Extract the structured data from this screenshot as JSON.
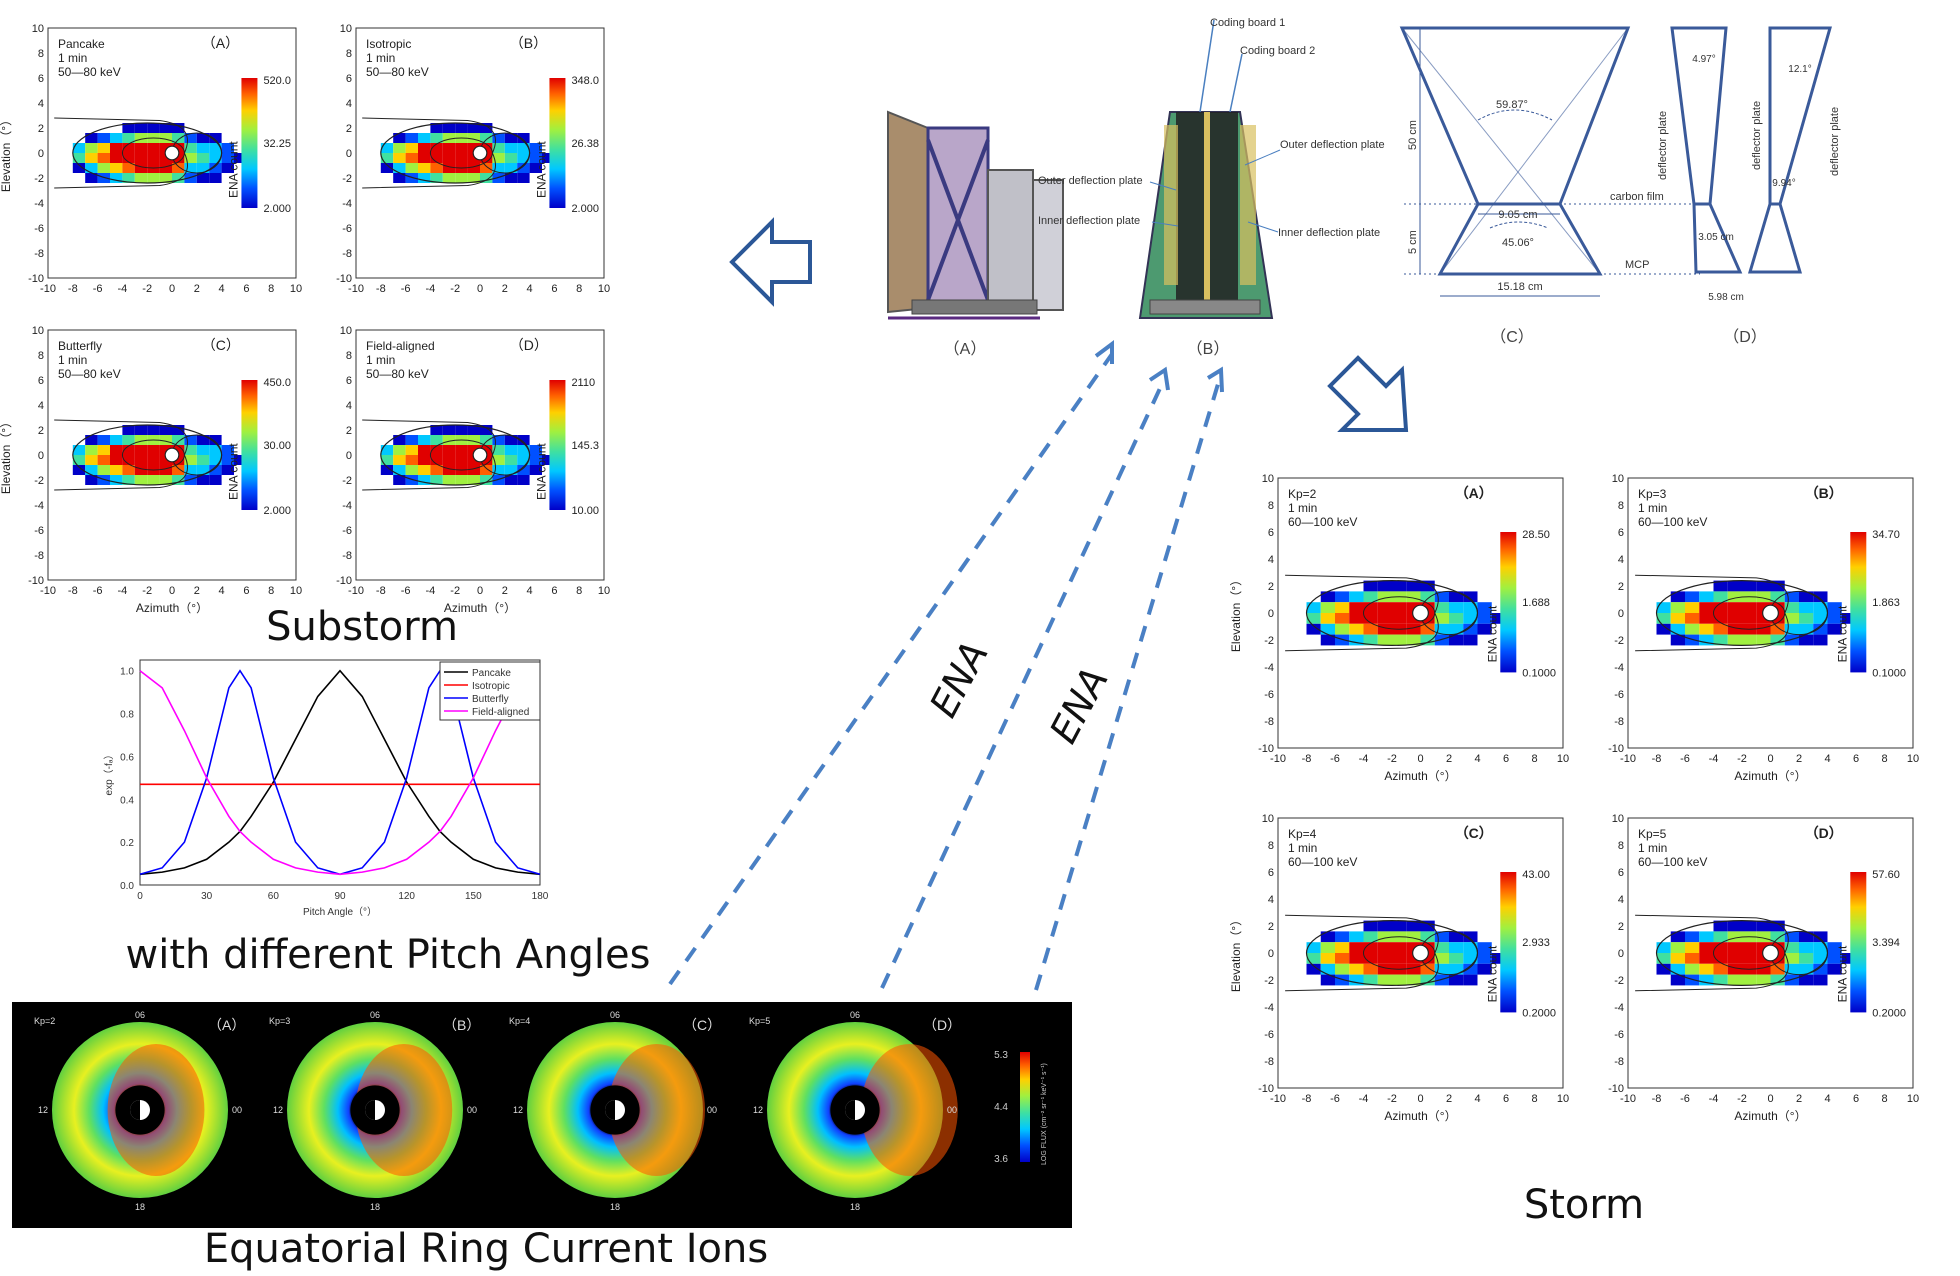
{
  "substorm": {
    "section_label": "Substorm",
    "x_label": "Azimuth（°）",
    "y_label": "Elevation（°）",
    "colorbar_label": "ENA count",
    "axis_ticks": [
      "-10",
      "-8",
      "-6",
      "-4",
      "-2",
      "0",
      "2",
      "4",
      "6",
      "8",
      "10"
    ],
    "panels": [
      {
        "tag": "（A）",
        "name": "Pancake",
        "time": "1 min",
        "energy": "50—80 keV",
        "cb": [
          "520.0",
          "32.25",
          "2.000"
        ]
      },
      {
        "tag": "（B）",
        "name": "Isotropic",
        "time": "1 min",
        "energy": "50—80 keV",
        "cb": [
          "348.0",
          "26.38",
          "2.000"
        ]
      },
      {
        "tag": "（C）",
        "name": "Butterfly",
        "time": "1 min",
        "energy": "50—80 keV",
        "cb": [
          "450.0",
          "30.00",
          "2.000"
        ]
      },
      {
        "tag": "（D）",
        "name": "Field-aligned",
        "time": "1 min",
        "energy": "50—80 keV",
        "cb": [
          "2110",
          "145.3",
          "10.00"
        ]
      }
    ]
  },
  "pitch": {
    "section_label": "with different Pitch Angles",
    "chart_data": {
      "type": "line",
      "xlabel": "Pitch Angle（°）",
      "ylabel": "exp（-fₐ）",
      "xlim": [
        0,
        180
      ],
      "ylim": [
        0,
        1.05
      ],
      "xticks": [
        0,
        30,
        60,
        90,
        120,
        150,
        180
      ],
      "yticks": [
        0,
        0.2,
        0.4,
        0.6,
        0.8,
        1.0
      ],
      "x": [
        0,
        10,
        20,
        30,
        40,
        45,
        50,
        60,
        70,
        80,
        90,
        100,
        110,
        120,
        130,
        135,
        140,
        150,
        160,
        170,
        180
      ],
      "series": [
        {
          "name": "Pancake",
          "color": "#000000",
          "values": [
            0.05,
            0.06,
            0.08,
            0.12,
            0.2,
            0.25,
            0.32,
            0.48,
            0.68,
            0.88,
            1.0,
            0.88,
            0.68,
            0.48,
            0.32,
            0.25,
            0.2,
            0.12,
            0.08,
            0.06,
            0.05
          ]
        },
        {
          "name": "Isotropic",
          "color": "#ff0000",
          "values": [
            0.47,
            0.47,
            0.47,
            0.47,
            0.47,
            0.47,
            0.47,
            0.47,
            0.47,
            0.47,
            0.47,
            0.47,
            0.47,
            0.47,
            0.47,
            0.47,
            0.47,
            0.47,
            0.47,
            0.47,
            0.47
          ]
        },
        {
          "name": "Butterfly",
          "color": "#0000ff",
          "values": [
            0.05,
            0.08,
            0.2,
            0.5,
            0.92,
            1.0,
            0.92,
            0.5,
            0.2,
            0.08,
            0.05,
            0.08,
            0.2,
            0.5,
            0.92,
            1.0,
            0.92,
            0.5,
            0.2,
            0.08,
            0.05
          ]
        },
        {
          "name": "Field-aligned",
          "color": "#ff00ff",
          "values": [
            1.0,
            0.92,
            0.72,
            0.5,
            0.32,
            0.25,
            0.2,
            0.12,
            0.08,
            0.06,
            0.05,
            0.06,
            0.08,
            0.12,
            0.2,
            0.25,
            0.32,
            0.5,
            0.72,
            0.92,
            1.0
          ]
        }
      ]
    }
  },
  "ring": {
    "section_label": "Equatorial Ring Current Ions",
    "colorbar_values": [
      "5.3",
      "4.4",
      "3.6"
    ],
    "colorbar_label": "LOG FLUX (cm⁻² sr⁻¹ keV⁻¹ s⁻¹)",
    "clock": {
      "top": "06",
      "left": "12",
      "right": "00",
      "bottom": "18"
    },
    "panels": [
      {
        "kp": "Kp=2",
        "tag": "（A）"
      },
      {
        "kp": "Kp=3",
        "tag": "（B）"
      },
      {
        "kp": "Kp=4",
        "tag": "（C）"
      },
      {
        "kp": "Kp=5",
        "tag": "（D）"
      }
    ]
  },
  "arrow_labels": [
    "ENA",
    "ENA"
  ],
  "instrument": {
    "tags": [
      "（A）",
      "（B）",
      "（C）",
      "（D）"
    ],
    "labels": {
      "coding1": "Coding board 1",
      "coding2": "Coding board 2",
      "outer_left": "Outer deflection plate",
      "inner_left": "Inner deflection plate",
      "outer_right": "Outer deflection plate",
      "inner_right": "Inner deflection plate"
    },
    "geometry": {
      "angle1": "59.87°",
      "angle2": "45.06°",
      "height1": "50 cm",
      "height2": "5 cm",
      "width_top": "9.05 cm",
      "width_bottom": "15.18 cm",
      "carbon": "carbon film",
      "mcp": "MCP",
      "d_angle1": "4.97°",
      "d_angle2": "12.1°",
      "d_angle3": "9.94°",
      "d_width1": "3.05 cm",
      "d_width2": "5.98 cm",
      "deflector": "deflector plate"
    }
  },
  "storm": {
    "section_label": "Storm",
    "x_label": "Azimuth（°）",
    "y_label": "Elevation（°）",
    "colorbar_label": "ENA count",
    "axis_ticks": [
      "-10",
      "-8",
      "-6",
      "-4",
      "-2",
      "0",
      "2",
      "4",
      "6",
      "8",
      "10"
    ],
    "panels": [
      {
        "tag": "（A）",
        "kp": "Kp=2",
        "time": "1 min",
        "energy": "60—100 keV",
        "cb": [
          "28.50",
          "1.688",
          "0.1000"
        ]
      },
      {
        "tag": "（B）",
        "kp": "Kp=3",
        "time": "1 min",
        "energy": "60—100 keV",
        "cb": [
          "34.70",
          "1.863",
          "0.1000"
        ]
      },
      {
        "tag": "（C）",
        "kp": "Kp=4",
        "time": "1 min",
        "energy": "60—100 keV",
        "cb": [
          "43.00",
          "2.933",
          "0.2000"
        ]
      },
      {
        "tag": "（D）",
        "kp": "Kp=5",
        "time": "1 min",
        "energy": "60—100 keV",
        "cb": [
          "57.60",
          "3.394",
          "0.2000"
        ]
      }
    ]
  }
}
